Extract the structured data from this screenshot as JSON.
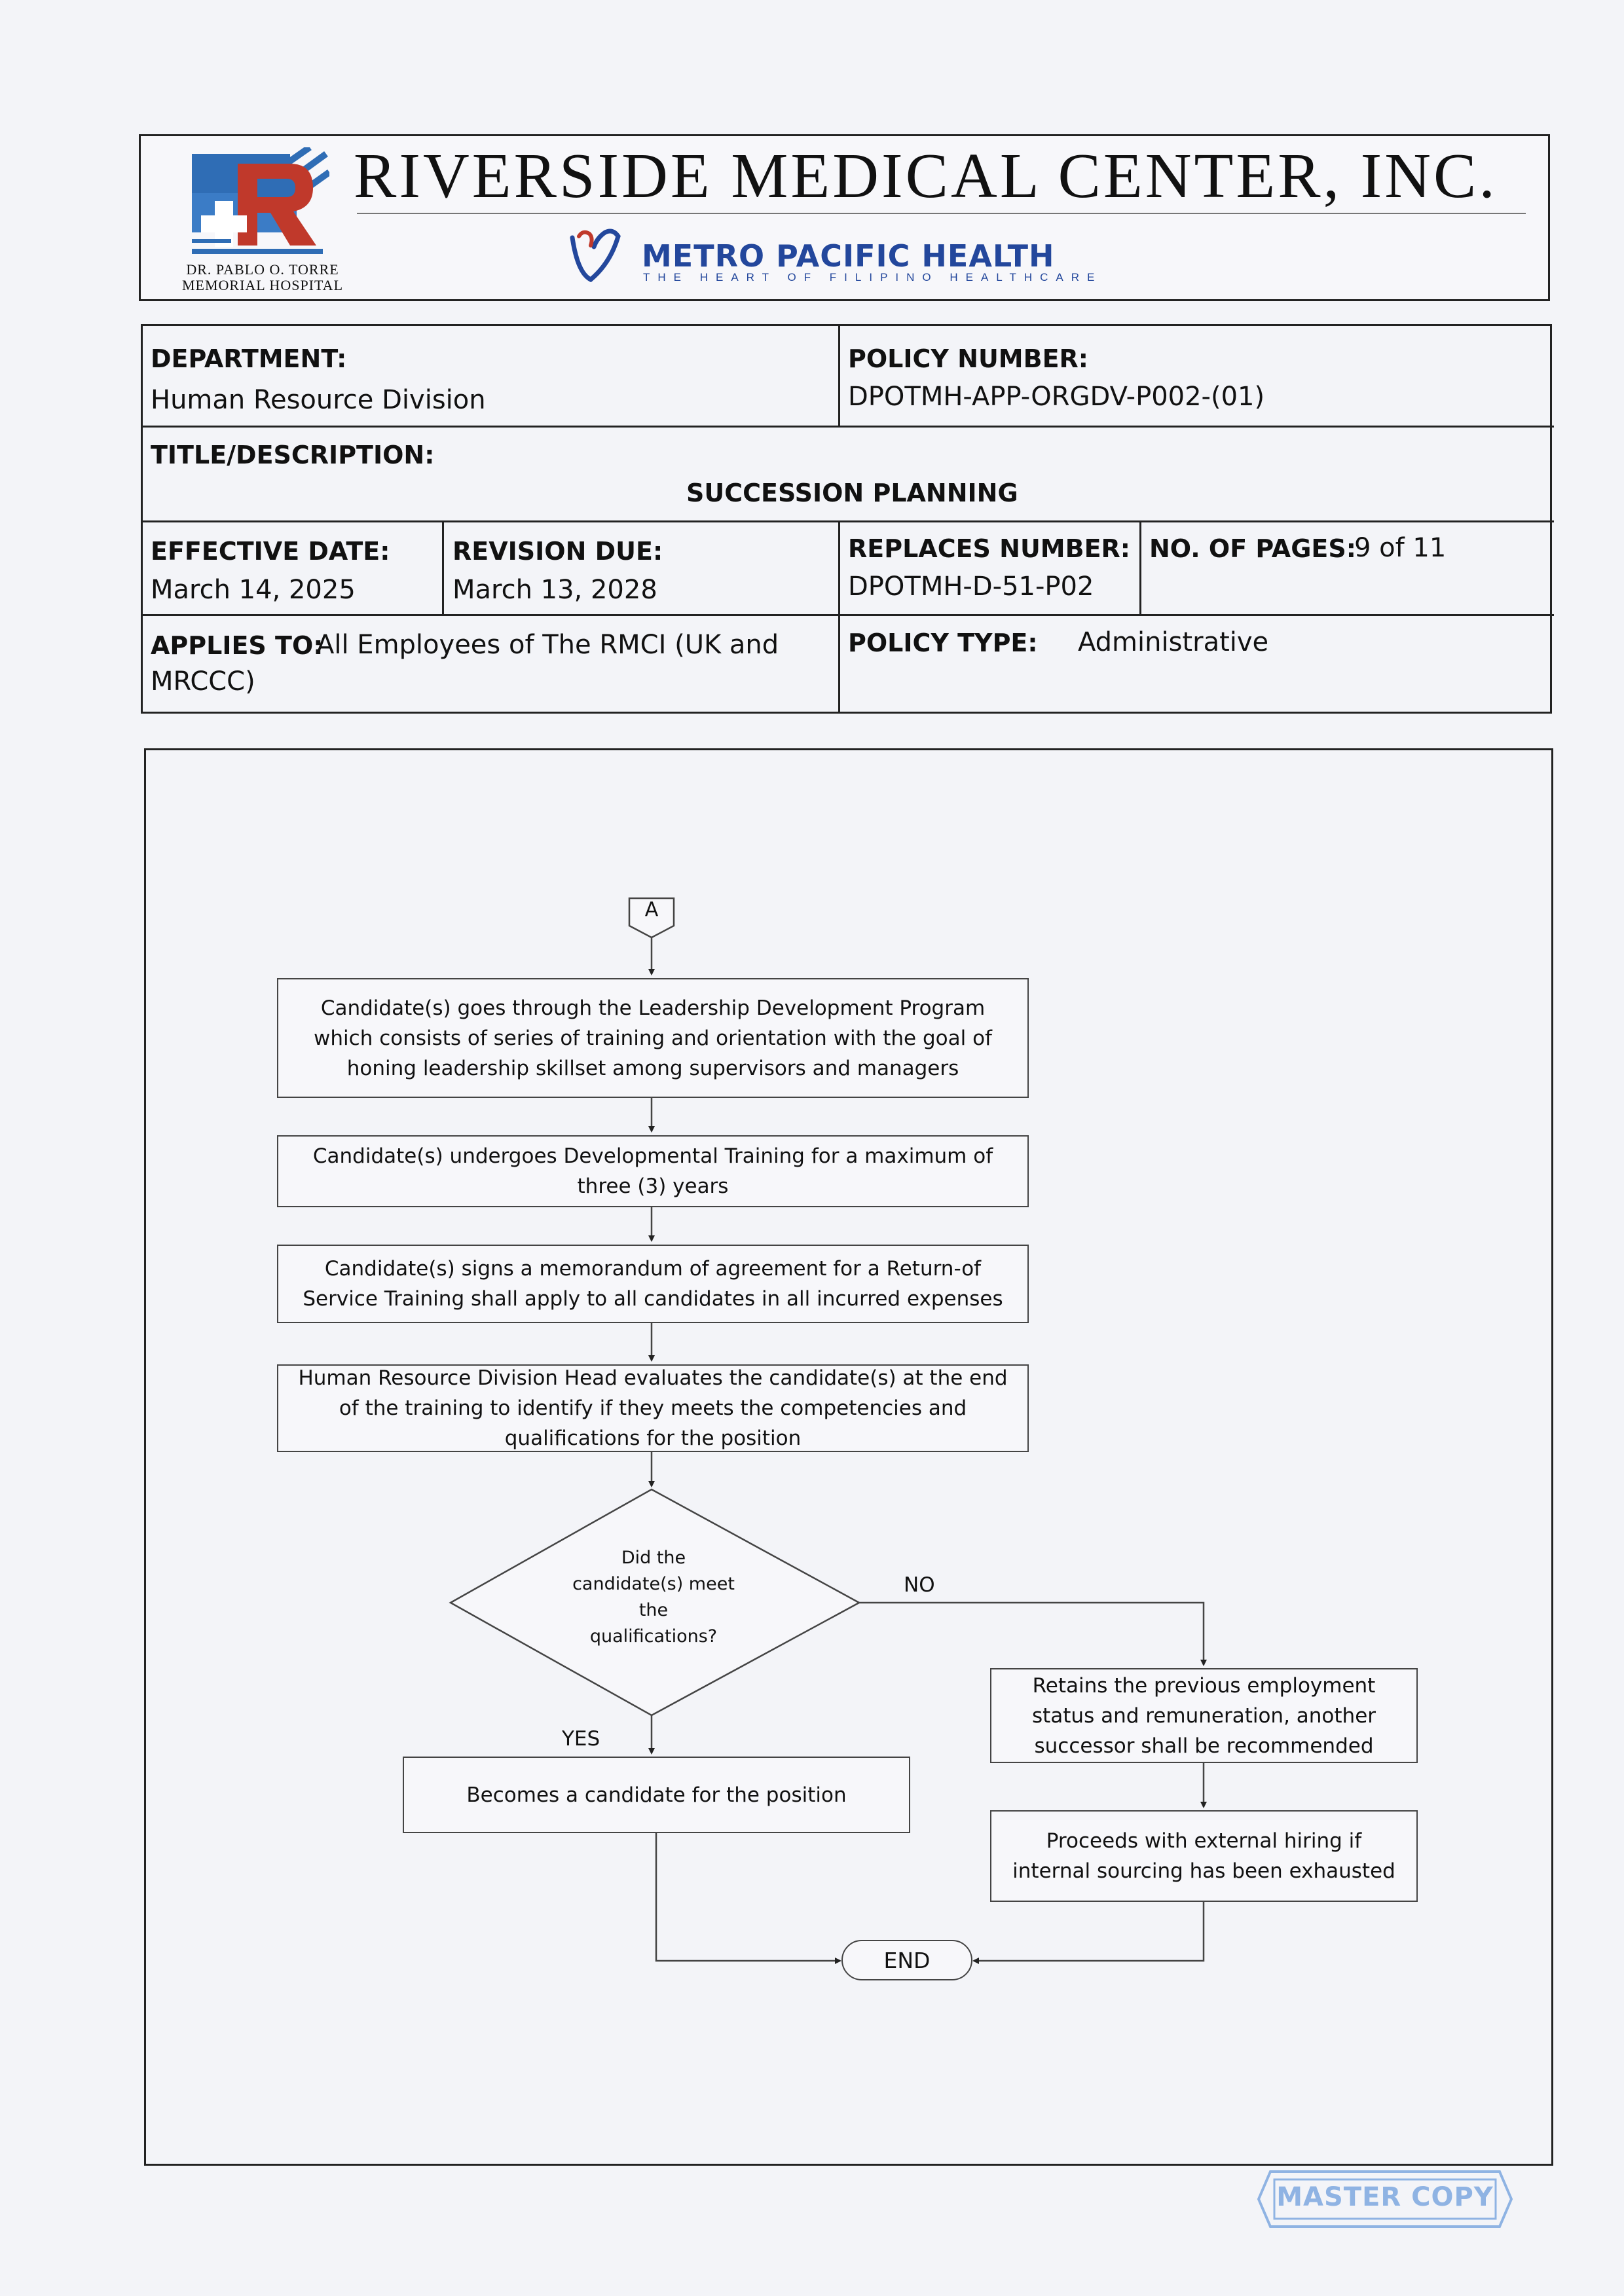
{
  "header": {
    "company_name": "RIVERSIDE MEDICAL CENTER, INC.",
    "hospital_line1": "DR. PABLO O. TORRE",
    "hospital_line2": "MEMORIAL HOSPITAL",
    "partner_name": "METRO PACIFIC HEALTH",
    "partner_tagline": "THE HEART OF FILIPINO HEALTHCARE",
    "brand_colors": {
      "logo_blue": "#2f6db5",
      "logo_red": "#c0392b",
      "partner_blue": "#23479c"
    }
  },
  "info": {
    "department_label": "DEPARTMENT:",
    "department_value": "Human Resource Division",
    "policy_number_label": "POLICY NUMBER:",
    "policy_number_value": "DPOTMH-APP-ORGDV-P002-(01)",
    "title_label": "TITLE/DESCRIPTION:",
    "title_value": "SUCCESSION PLANNING",
    "effective_date_label": "EFFECTIVE DATE:",
    "effective_date_value": "March 14, 2025",
    "revision_due_label": "REVISION DUE:",
    "revision_due_value": "March 13, 2028",
    "replaces_label": "REPLACES NUMBER:",
    "replaces_value": "DPOTMH-D-51-P02",
    "pages_label": "NO. OF PAGES:",
    "pages_value": "9 of 11",
    "applies_label": "APPLIES TO:",
    "applies_value_line1": "All Employees of The RMCI (UK and",
    "applies_value_line2": "MRCCC)",
    "policy_type_label": "POLICY TYPE:",
    "policy_type_value": "Administrative"
  },
  "flowchart": {
    "connector": "A",
    "step1": "Candidate(s) goes through the Leadership Development Program which consists of series of training and orientation with the goal of honing leadership skillset among supervisors and managers",
    "step2": "Candidate(s) undergoes Developmental Training for a maximum of three (3) years",
    "step3": "Candidate(s) signs a memorandum of agreement for a Return-of Service Training shall apply to all candidates in all incurred expenses",
    "step4": "Human Resource Division Head evaluates the candidate(s) at the end of the training to identify if they meets the competencies and qualifications for the position",
    "decision_line1": "Did the",
    "decision_line2": "candidate(s) meet",
    "decision_line3": "the",
    "decision_line4": "qualifications?",
    "no_label": "NO",
    "yes_label": "YES",
    "yes_step": "Becomes a candidate for the position",
    "no_step1": "Retains the previous employment status and remuneration, another successor shall be recommended",
    "no_step2": "Proceeds with external hiring if internal sourcing has been exhausted",
    "end": "END"
  },
  "stamp": {
    "text": "MASTER COPY",
    "color": "#8fb3e3"
  }
}
